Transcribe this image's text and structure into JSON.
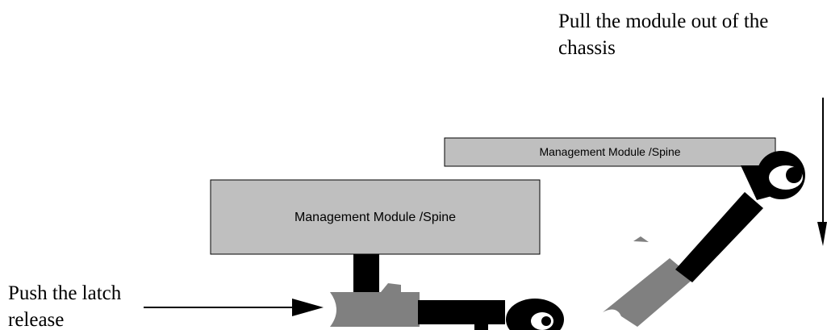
{
  "captions": {
    "pull_line1": "Pull the module out of the",
    "pull_line2": "chassis",
    "push_line1": "Push the latch",
    "push_line2": "release"
  },
  "modules": {
    "inserted_label": "Management Module /Spine",
    "removed_label": "Management Module /Spine"
  },
  "colors": {
    "module_fill": "#bfbfbf",
    "latch_gray": "#808080",
    "outline": "#000000"
  }
}
